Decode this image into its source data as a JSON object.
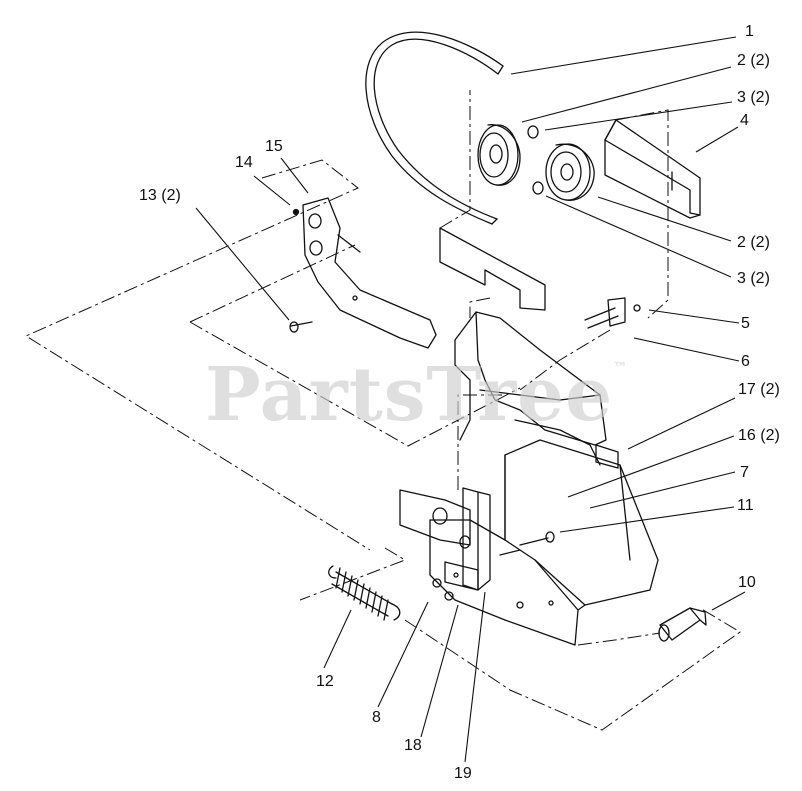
{
  "watermark": {
    "text": "PartsTree",
    "mark": "™"
  },
  "callouts": [
    {
      "id": "c1",
      "text": "1"
    },
    {
      "id": "c2a",
      "text": "2 (2)"
    },
    {
      "id": "c3a",
      "text": "3 (2)"
    },
    {
      "id": "c4",
      "text": "4"
    },
    {
      "id": "c2b",
      "text": "2 (2)"
    },
    {
      "id": "c3b",
      "text": "3 (2)"
    },
    {
      "id": "c5",
      "text": "5"
    },
    {
      "id": "c6",
      "text": "6"
    },
    {
      "id": "c17",
      "text": "17 (2)"
    },
    {
      "id": "c16",
      "text": "16 (2)"
    },
    {
      "id": "c7",
      "text": "7"
    },
    {
      "id": "c11",
      "text": "11"
    },
    {
      "id": "c10",
      "text": "10"
    },
    {
      "id": "c15",
      "text": "15"
    },
    {
      "id": "c14",
      "text": "14"
    },
    {
      "id": "c13",
      "text": "13 (2)"
    },
    {
      "id": "c12",
      "text": "12"
    },
    {
      "id": "c8",
      "text": "8"
    },
    {
      "id": "c18",
      "text": "18"
    },
    {
      "id": "c19",
      "text": "19"
    }
  ]
}
